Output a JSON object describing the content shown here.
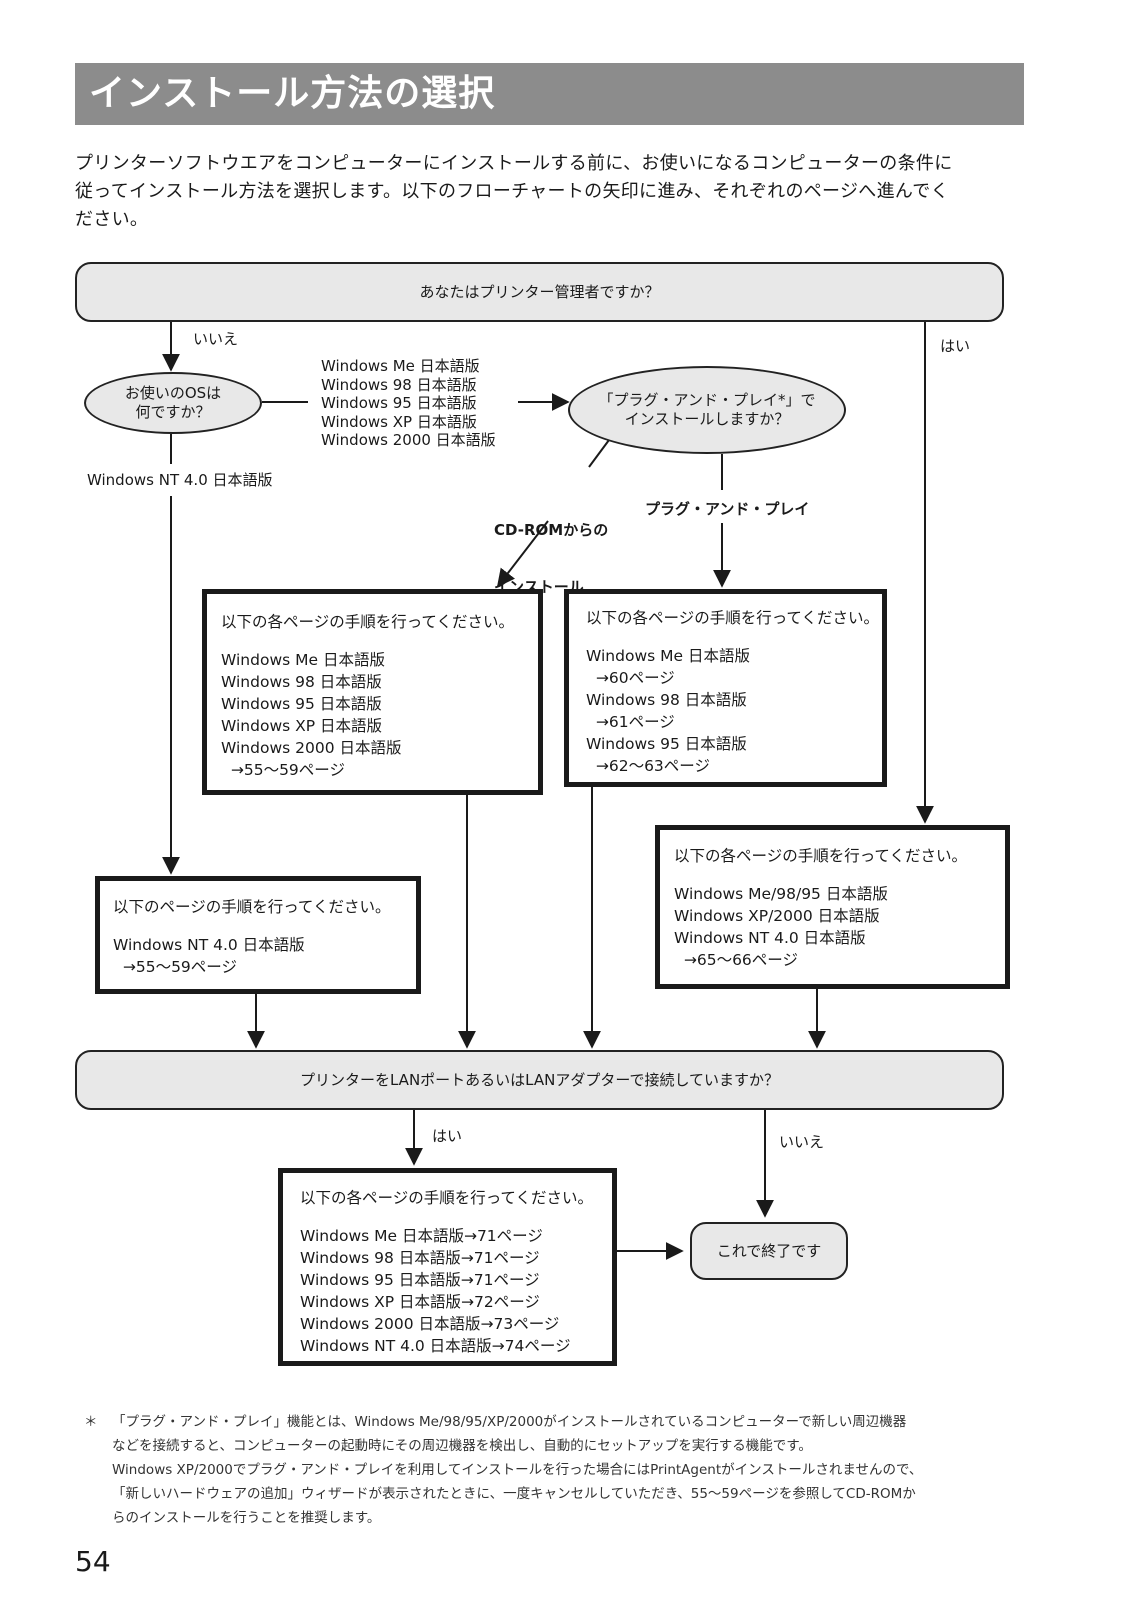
{
  "page": {
    "title": "インストール方法の選択",
    "intro_lines": [
      "プリンターソフトウエアをコンピューターにインストールする前に、お使いになるコンピューターの条件に",
      "従ってインストール方法を選択します。以下のフローチャートの矢印に進み、それぞれのページへ進んでく",
      "ださい。"
    ],
    "page_number": "54"
  },
  "flowchart": {
    "q_admin": "あなたはプリンター管理者ですか？",
    "no_1": "いいえ",
    "yes_1": "はい",
    "q_os": [
      "お使いのOSは",
      "何ですか？"
    ],
    "os_list": [
      "Windows Me 日本語版",
      "Windows 98 日本語版",
      "Windows 95 日本語版",
      "Windows XP 日本語版",
      "Windows 2000 日本語版"
    ],
    "os_nt": "Windows NT 4.0 日本語版",
    "q_pnp": [
      "「プラグ・アンド・プレイ*」で",
      "インストールしますか？"
    ],
    "branch_cdrom": [
      "CD-ROMからの",
      "インストール"
    ],
    "branch_pnp": "プラグ・アンド・プレイ",
    "box_cdrom": {
      "head": "以下の各ページの手順を行ってください。",
      "lines": [
        "Windows Me 日本語版",
        "Windows 98 日本語版",
        "Windows 95 日本語版",
        "Windows XP 日本語版",
        "Windows 2000 日本語版",
        "  →55〜59ページ"
      ]
    },
    "box_pnp": {
      "head": "以下の各ページの手順を行ってください。",
      "lines": [
        "Windows Me 日本語版",
        "  →60ページ",
        "Windows 98 日本語版",
        "  →61ページ",
        "Windows 95 日本語版",
        "  →62〜63ページ"
      ]
    },
    "box_admin": {
      "head": "以下の各ページの手順を行ってください。",
      "lines": [
        "Windows Me/98/95 日本語版",
        "Windows XP/2000 日本語版",
        "Windows NT 4.0 日本語版",
        "  →65〜66ページ"
      ]
    },
    "box_nt": {
      "head": "以下のページの手順を行ってください。",
      "lines": [
        "Windows NT 4.0 日本語版",
        "  →55〜59ページ"
      ]
    },
    "q_lan": "プリンターをLANポートあるいはLANアダプターで接続していますか？",
    "yes_2": "はい",
    "no_2": "いいえ",
    "box_lan": {
      "head": "以下の各ページの手順を行ってください。",
      "lines": [
        "Windows Me 日本語版→71ページ",
        "Windows 98 日本語版→71ページ",
        "Windows 95 日本語版→71ページ",
        "Windows XP 日本語版→72ページ",
        "Windows 2000 日本語版→73ページ",
        "Windows NT 4.0 日本語版→74ページ"
      ]
    },
    "end": "これで終了です"
  },
  "footnote": {
    "mark": "＊",
    "lines": [
      "「プラグ・アンド・プレイ」機能とは、Windows Me/98/95/XP/2000がインストールされているコンピューターで新しい周辺機器",
      "などを接続すると、コンピューターの起動時にその周辺機器を検出し、自動的にセットアップを実行する機能です。",
      "Windows XP/2000でプラグ・アンド・プレイを利用してインストールを行った場合にはPrintAgentがインストールされませんので、",
      "「新しいハードウェアの追加」ウィザードが表示されたときに、一度キャンセルしていただき、55〜59ページを参照してCD-ROMか",
      "らのインストールを行うことを推奨します。"
    ]
  }
}
